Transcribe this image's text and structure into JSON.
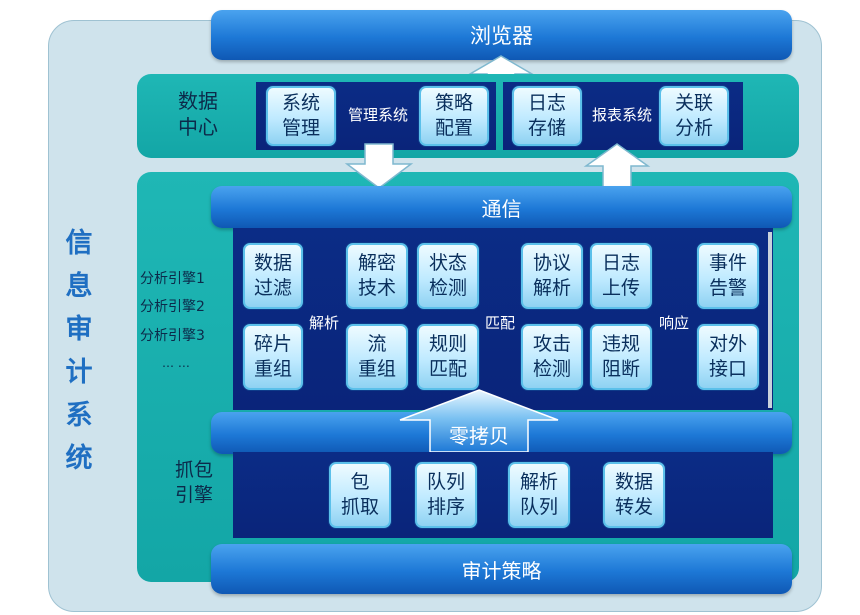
{
  "side_title": "信\n息\n审\n计\n系\n统",
  "browser_bar": "浏览器",
  "data_center": {
    "label": "数据\n中心",
    "left_box1": "系统\n管理",
    "left_connector": "管理系统",
    "left_box2": "策略\n配置",
    "right_box1": "日志\n存储",
    "right_connector": "报表系统",
    "right_box2": "关联\n分析"
  },
  "comm_bar": "通信",
  "engine_labels": [
    "分析引擎1",
    "分析引擎2",
    "分析引擎3",
    "… …"
  ],
  "analysis": {
    "parse_label": "解析",
    "match_label": "匹配",
    "respond_label": "响应",
    "group_parse": [
      "数据\n过滤",
      "碎片\n重组"
    ],
    "group_match": [
      "解密\n技术",
      "状态\n检测",
      "流\n重组",
      "规则\n匹配"
    ],
    "group_detect": [
      "协议\n解析",
      "日志\n上传",
      "攻击\n检测",
      "违规\n阻断"
    ],
    "group_respond": [
      "事件\n告警",
      "对外\n接口"
    ]
  },
  "zero_copy": "零拷贝",
  "capture": {
    "label": "抓包\n引擎",
    "boxes": [
      "包\n抓取",
      "队列\n排序",
      "解析\n队列",
      "数据\n转发"
    ]
  },
  "audit_bar": "审计策略",
  "colors": {
    "bar_blue": "#1d78d6",
    "teal": "#16aaa9",
    "navy": "#0b2c86",
    "title_blue": "#1f6fc2",
    "box_fill": "#bfeaff"
  }
}
